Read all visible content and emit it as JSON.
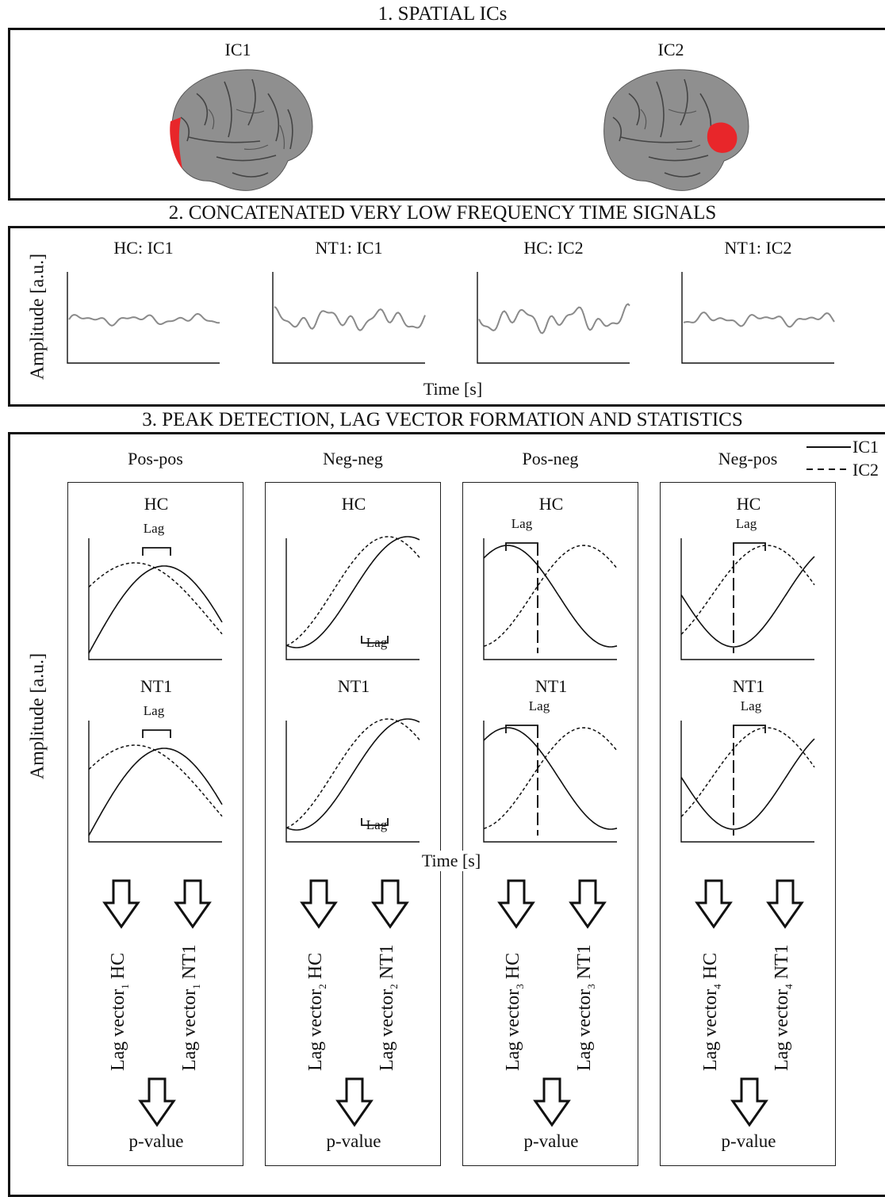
{
  "section1": {
    "title": "1. SPATIAL ICs",
    "ic_labels": [
      "IC1",
      "IC2"
    ]
  },
  "section2": {
    "title": "2. CONCATENATED VERY LOW FREQUENCY TIME SIGNALS",
    "ylabel": "Amplitude [a.u.]",
    "xlabel": "Time [s]",
    "plots": [
      "HC: IC1",
      "NT1: IC1",
      "HC: IC2",
      "NT1: IC2"
    ]
  },
  "section3": {
    "title": "3. PEAK DETECTION, LAG VECTOR FORMATION AND STATISTICS",
    "ylabel": "Amplitude [a.u.]",
    "xlabel": "Time [s]",
    "legend": [
      "IC1",
      "IC2"
    ],
    "columns": [
      {
        "name": "Pos-pos",
        "group_top": "HC",
        "group_bottom": "NT1",
        "lag": "Lag",
        "vec_hc": "Lag vector",
        "vec_nt1": "Lag vector",
        "sub": "1",
        "vec_hc_suffix": " HC",
        "vec_nt1_suffix": " NT1",
        "result": "p-value"
      },
      {
        "name": "Neg-neg",
        "group_top": "HC",
        "group_bottom": "NT1",
        "lag": "Lag",
        "vec_hc": "Lag vector",
        "vec_nt1": "Lag vector",
        "sub": "2",
        "vec_hc_suffix": " HC",
        "vec_nt1_suffix": " NT1",
        "result": "p-value"
      },
      {
        "name": "Pos-neg",
        "group_top": "HC",
        "group_bottom": "NT1",
        "lag": "Lag",
        "vec_hc": "Lag vector",
        "vec_nt1": "Lag vector",
        "sub": "3",
        "vec_hc_suffix": " HC",
        "vec_nt1_suffix": " NT1",
        "result": "p-value"
      },
      {
        "name": "Neg-pos",
        "group_top": "HC",
        "group_bottom": "NT1",
        "lag": "Lag",
        "vec_hc": "Lag vector",
        "vec_nt1": "Lag vector",
        "sub": "4",
        "vec_hc_suffix": " HC",
        "vec_nt1_suffix": " NT1",
        "result": "p-value"
      }
    ]
  },
  "colors": {
    "highlight": "#e8262a",
    "brain": "#8f8f8f",
    "signal": "#8a8a8a"
  }
}
